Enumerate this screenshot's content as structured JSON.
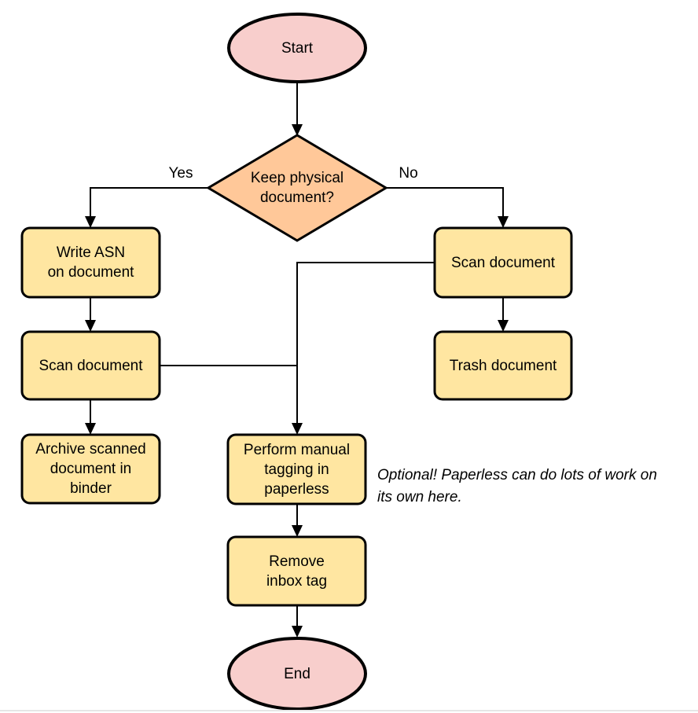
{
  "diagram": {
    "type": "flowchart",
    "description": "Paperless document intake workflow"
  },
  "colors": {
    "terminator_fill": "#f8cecc",
    "process_fill": "#ffe6a1",
    "decision_fill": "#ffc899",
    "stroke": "#000000",
    "line": "#000000",
    "text": "#000000",
    "page_divider": "#e6e6e6"
  },
  "nodes": {
    "start": {
      "type": "terminator",
      "label": "Start"
    },
    "decision": {
      "type": "decision",
      "label": "Keep physical\ndocument?"
    },
    "write_asn": {
      "type": "process",
      "label": "Write ASN\non document"
    },
    "scan_left": {
      "type": "process",
      "label": "Scan document"
    },
    "archive": {
      "type": "process",
      "label": "Archive scanned\ndocument in\nbinder"
    },
    "scan_right": {
      "type": "process",
      "label": "Scan document"
    },
    "trash": {
      "type": "process",
      "label": "Trash document"
    },
    "tagging": {
      "type": "process",
      "label": "Perform manual\ntagging in\npaperless"
    },
    "remove_inbox": {
      "type": "process",
      "label": "Remove\ninbox tag"
    },
    "end": {
      "type": "terminator",
      "label": "End"
    }
  },
  "edges": [
    {
      "from": "start",
      "to": "decision",
      "label": ""
    },
    {
      "from": "decision",
      "to": "write_asn",
      "label": "Yes"
    },
    {
      "from": "decision",
      "to": "scan_right",
      "label": "No"
    },
    {
      "from": "write_asn",
      "to": "scan_left",
      "label": ""
    },
    {
      "from": "scan_left",
      "to": "archive",
      "label": ""
    },
    {
      "from": "scan_right",
      "to": "trash",
      "label": ""
    },
    {
      "from": "scan_right",
      "to": "tagging",
      "label": ""
    },
    {
      "from": "scan_left",
      "to": "tagging",
      "label": ""
    },
    {
      "from": "tagging",
      "to": "remove_inbox",
      "label": ""
    },
    {
      "from": "remove_inbox",
      "to": "end",
      "label": ""
    }
  ],
  "annotation": {
    "text": "Optional! Paperless can do lots of work on\nits own here."
  }
}
